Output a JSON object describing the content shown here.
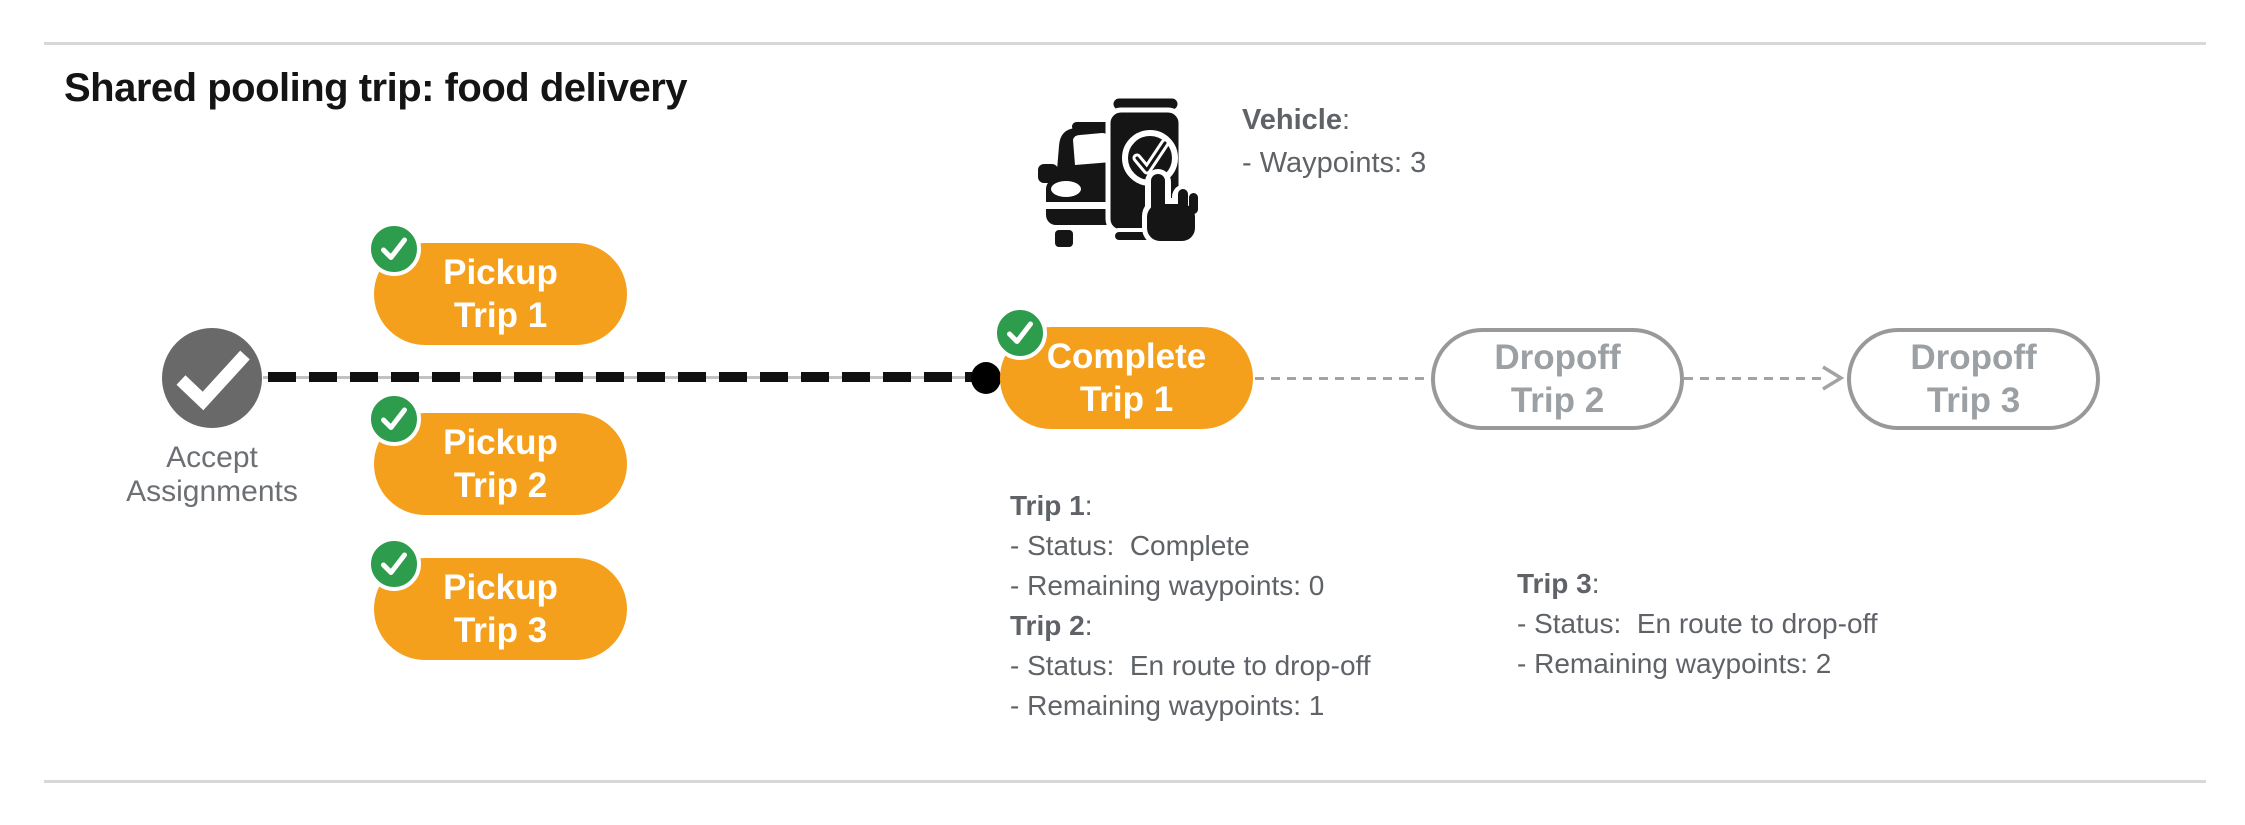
{
  "title": "Shared pooling trip: food delivery",
  "colors": {
    "orange_active": "#F5A01D",
    "green_badge": "#2E9C4D",
    "start_gray": "#696969",
    "text_gray": "#5F6368",
    "pending_gray": "#9BA0A5",
    "pending_border": "#999999",
    "divider_gray": "#D8D8D8",
    "route_black": "#101010",
    "connector_gray": "#A3A3A3"
  },
  "icons": {
    "vehicle": "car-with-phone-check-icon",
    "completed_badge": "check-circle-icon",
    "start": "check-icon",
    "connector_end": "arrowhead-icon"
  },
  "vehicle_info": {
    "label": "Vehicle",
    "suffix": ":",
    "waypoints": "- Waypoints: 3"
  },
  "start_node": {
    "line1": "Accept",
    "line2": "Assignments"
  },
  "nodes": {
    "pickup1": {
      "line1": "Pickup",
      "line2": "Trip 1"
    },
    "pickup2": {
      "line1": "Pickup",
      "line2": "Trip 2"
    },
    "pickup3": {
      "line1": "Pickup",
      "line2": "Trip 3"
    },
    "complete1": {
      "line1": "Complete",
      "line2": "Trip 1"
    },
    "dropoff2": {
      "line1": "Dropoff",
      "line2": "Trip 2"
    },
    "dropoff3": {
      "line1": "Dropoff",
      "line2": "Trip 3"
    }
  },
  "status_blocks": {
    "left": [
      {
        "heading": "Trip 1",
        "suffix": ":",
        "lines": [
          "- Status:  Complete",
          "- Remaining waypoints: 0"
        ]
      },
      {
        "heading": "Trip 2",
        "suffix": ":",
        "lines": [
          "- Status:  En route to drop-off",
          "- Remaining waypoints: 1"
        ]
      }
    ],
    "right": [
      {
        "heading": "Trip 3",
        "suffix": ":",
        "lines": [
          "- Status:  En route to drop-off",
          "- Remaining waypoints: 2"
        ]
      }
    ]
  }
}
